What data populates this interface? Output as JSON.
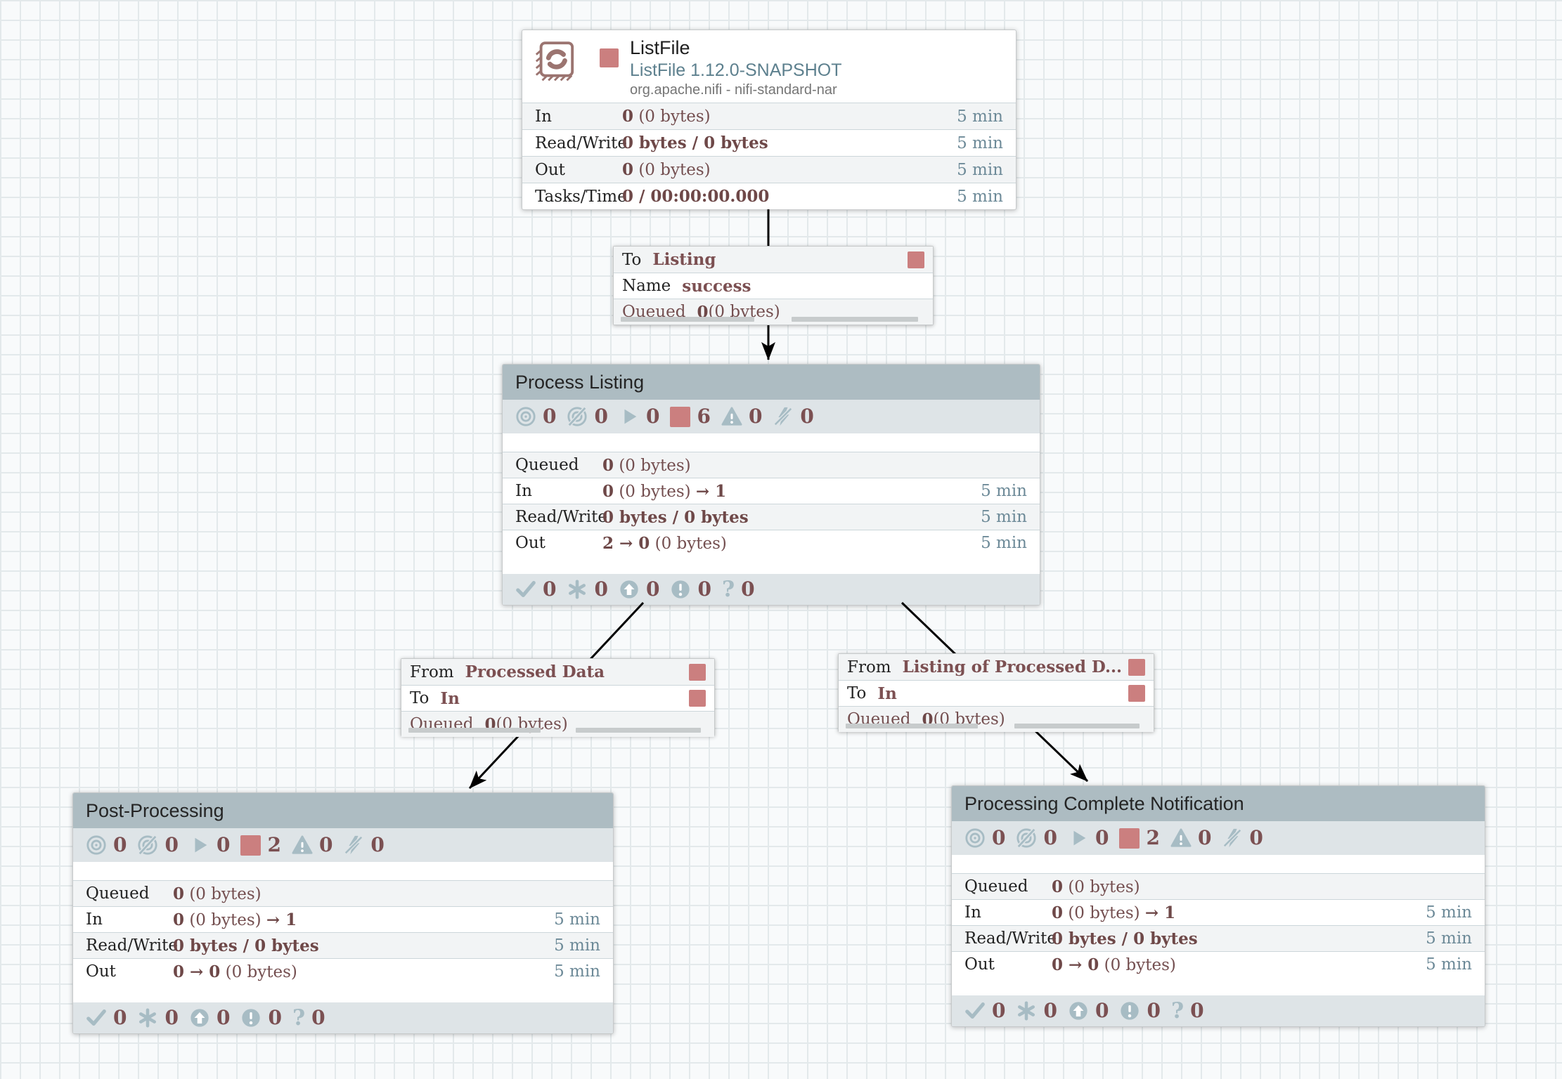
{
  "processor": {
    "name": "ListFile",
    "type": "ListFile 1.12.0-SNAPSHOT",
    "bundle": "org.apache.nifi - nifi-standard-nar",
    "stats": [
      {
        "label": "In",
        "vb": "0",
        "vr": " (0 bytes)",
        "window": "5 min"
      },
      {
        "label": "Read/Write",
        "vb": "0 bytes / 0 bytes",
        "window": "5 min"
      },
      {
        "label": "Out",
        "vb": "0",
        "vr": " (0 bytes)",
        "window": "5 min"
      },
      {
        "label": "Tasks/Time",
        "vb": "0 / 00:00:00.000",
        "window": "5 min"
      }
    ]
  },
  "connections": [
    {
      "rows": [
        {
          "key": "To",
          "value": "Listing"
        },
        {
          "key": "Name",
          "value": "success"
        },
        {
          "key": "Queued",
          "vb": "0",
          "vr": " (0 bytes)"
        }
      ]
    },
    {
      "rows": [
        {
          "key": "From",
          "value": "Processed Data"
        },
        {
          "key": "To",
          "value": "In"
        },
        {
          "key": "Queued",
          "vb": "0",
          "vr": " (0 bytes)"
        }
      ]
    },
    {
      "rows": [
        {
          "key": "From",
          "value": "Listing of Processed D..."
        },
        {
          "key": "To",
          "value": "In"
        },
        {
          "key": "Queued",
          "vb": "0",
          "vr": " (0 bytes)"
        }
      ]
    }
  ],
  "groups": [
    {
      "title": "Process Listing",
      "badges_top": {
        "transmitting": "0",
        "not_transmitting": "0",
        "running": "0",
        "stopped": "6",
        "invalid": "0",
        "disabled": "0"
      },
      "stats": [
        {
          "label": "Queued",
          "vb": "0",
          "vr": " (0 bytes)"
        },
        {
          "label": "In",
          "vb": "0",
          "vr": " (0 bytes) ",
          "vb2": "→ 1",
          "window": "5 min"
        },
        {
          "label": "Read/Write",
          "vb": "0 bytes / 0 bytes",
          "window": "5 min"
        },
        {
          "label": "Out",
          "vb": "2 → 0",
          "vr": " (0 bytes)",
          "window": "5 min"
        }
      ],
      "badges_bottom": {
        "up_to_date": "0",
        "locally_modified": "0",
        "stale": "0",
        "locally_modified_stale": "0",
        "sync_failure": "0"
      }
    },
    {
      "title": "Post-Processing",
      "badges_top": {
        "transmitting": "0",
        "not_transmitting": "0",
        "running": "0",
        "stopped": "2",
        "invalid": "0",
        "disabled": "0"
      },
      "stats": [
        {
          "label": "Queued",
          "vb": "0",
          "vr": " (0 bytes)"
        },
        {
          "label": "In",
          "vb": "0",
          "vr": " (0 bytes) ",
          "vb2": "→ 1",
          "window": "5 min"
        },
        {
          "label": "Read/Write",
          "vb": "0 bytes / 0 bytes",
          "window": "5 min"
        },
        {
          "label": "Out",
          "vb": "0 → 0",
          "vr": " (0 bytes)",
          "window": "5 min"
        }
      ],
      "badges_bottom": {
        "up_to_date": "0",
        "locally_modified": "0",
        "stale": "0",
        "locally_modified_stale": "0",
        "sync_failure": "0"
      }
    },
    {
      "title": "Processing Complete Notification",
      "badges_top": {
        "transmitting": "0",
        "not_transmitting": "0",
        "running": "0",
        "stopped": "2",
        "invalid": "0",
        "disabled": "0"
      },
      "stats": [
        {
          "label": "Queued",
          "vb": "0",
          "vr": " (0 bytes)"
        },
        {
          "label": "In",
          "vb": "0",
          "vr": " (0 bytes) ",
          "vb2": "→ 1",
          "window": "5 min"
        },
        {
          "label": "Read/Write",
          "vb": "0 bytes / 0 bytes",
          "window": "5 min"
        },
        {
          "label": "Out",
          "vb": "0 → 0",
          "vr": " (0 bytes)",
          "window": "5 min"
        }
      ],
      "badges_bottom": {
        "up_to_date": "0",
        "locally_modified": "0",
        "stale": "0",
        "locally_modified_stale": "0",
        "sync_failure": "0"
      }
    }
  ],
  "icons": {
    "sync_failure": "?"
  },
  "colors": {
    "accent_red": "#cb7f7f",
    "icon_blue": "#a7bcc4",
    "group_header": "#adbcc2",
    "badge_band": "#dee4e7",
    "value_maroon": "#744f50",
    "time_blue": "#6d8a98",
    "processor_icon_maroon": "#9b7470"
  }
}
